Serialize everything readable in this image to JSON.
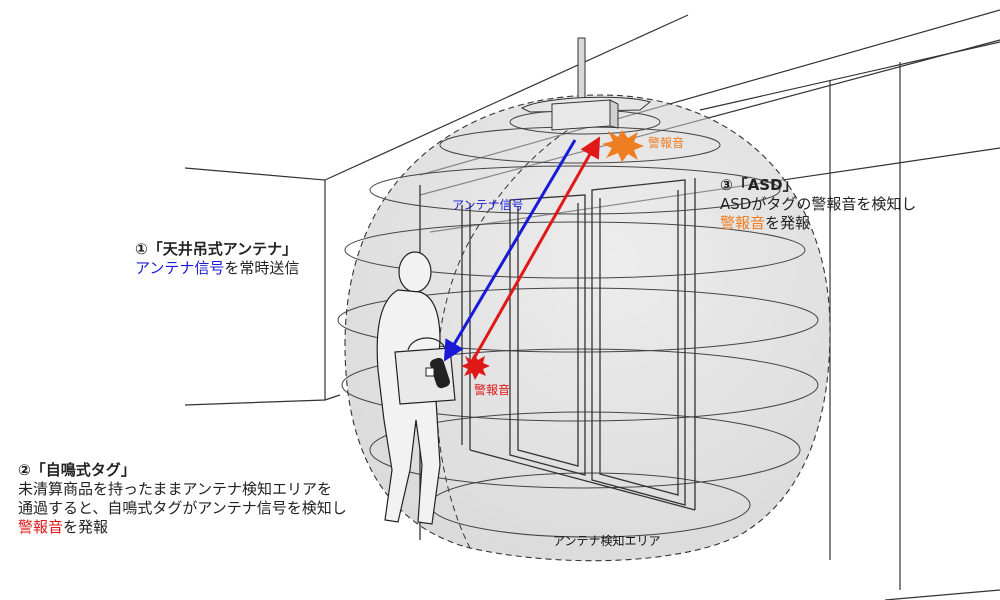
{
  "colors": {
    "signal_blue": "#1a1ad6",
    "alarm_red": "#e01818",
    "alarm_orange": "#ef7d22",
    "dome_fill": "#cfcfcf",
    "line_gray": "#333333"
  },
  "icons": {
    "antenna": "ceiling-antenna-icon",
    "alarm_burst_tag": "red-burst-icon",
    "alarm_burst_asd": "orange-burst-icon",
    "person": "shopper-silhouette-icon",
    "tag": "alarm-tag-icon"
  },
  "callouts": {
    "antenna": {
      "number": "①",
      "title": "「天井吊式アンテナ」",
      "line1_highlight": "アンテナ信号",
      "line1_rest": "を常時送信"
    },
    "tag": {
      "number": "②",
      "title": "「自鳴式タグ」",
      "line1": "未清算商品を持ったままアンテナ検知エリアを",
      "line2": "通過すると、自鳴式タグがアンテナ信号を検知し",
      "line3_highlight": "警報音",
      "line3_rest": "を発報"
    },
    "asd": {
      "number": "③",
      "title": "「ASD」",
      "line1": "ASDがタグの警報音を検知し",
      "line2_highlight": "警報音",
      "line2_rest": "を発報"
    }
  },
  "diagram_labels": {
    "antenna_signal": "アンテナ信号",
    "alarm_asd": "警報音",
    "alarm_tag": "警報音",
    "detection_area": "アンテナ検知エリア"
  }
}
